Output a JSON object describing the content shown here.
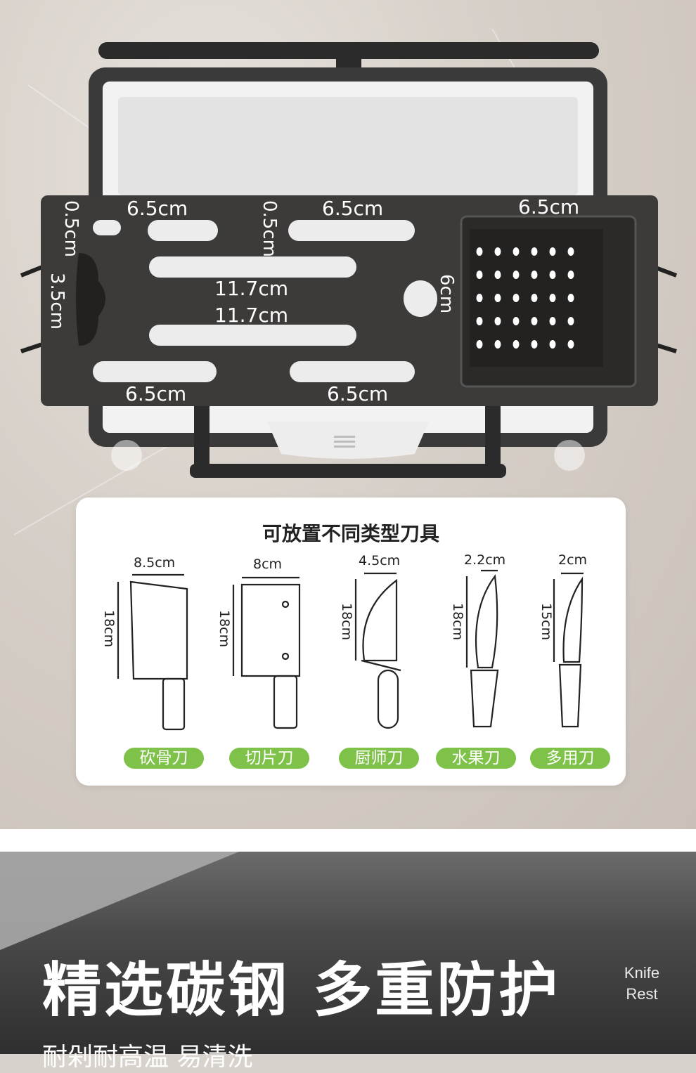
{
  "product": {
    "measurements": {
      "slot_top_left": "6.5cm",
      "slot_top_mid": "6.5cm",
      "basket_width": "6.5cm",
      "slot_top_gap_left": "0.5cm",
      "slot_top_gap_mid": "0.5cm",
      "hook_height": "3.5cm",
      "long_slot_1": "11.7cm",
      "long_slot_2": "11.7cm",
      "basket_height": "6cm",
      "slot_bottom_left": "6.5cm",
      "slot_bottom_mid": "6.5cm"
    }
  },
  "card": {
    "title": "可放置不同类型刀具",
    "knives": [
      {
        "width": "8.5cm",
        "height": "18cm",
        "label": "砍骨刀",
        "icon": "cleaver-icon"
      },
      {
        "width": "8cm",
        "height": "18cm",
        "label": "切片刀",
        "icon": "slicing-knife-icon"
      },
      {
        "width": "4.5cm",
        "height": "18cm",
        "label": "厨师刀",
        "icon": "chef-knife-icon"
      },
      {
        "width": "2.2cm",
        "height": "18cm",
        "label": "水果刀",
        "icon": "fruit-knife-icon"
      },
      {
        "width": "2cm",
        "height": "15cm",
        "label": "多用刀",
        "icon": "utility-knife-icon"
      }
    ]
  },
  "banner": {
    "headline": "精选碳钢 多重防护",
    "subtitle": "耐剁耐高温 易清洗",
    "tag_line1": "Knife",
    "tag_line2": "Rest",
    "accent_color": "#7fc24a"
  }
}
